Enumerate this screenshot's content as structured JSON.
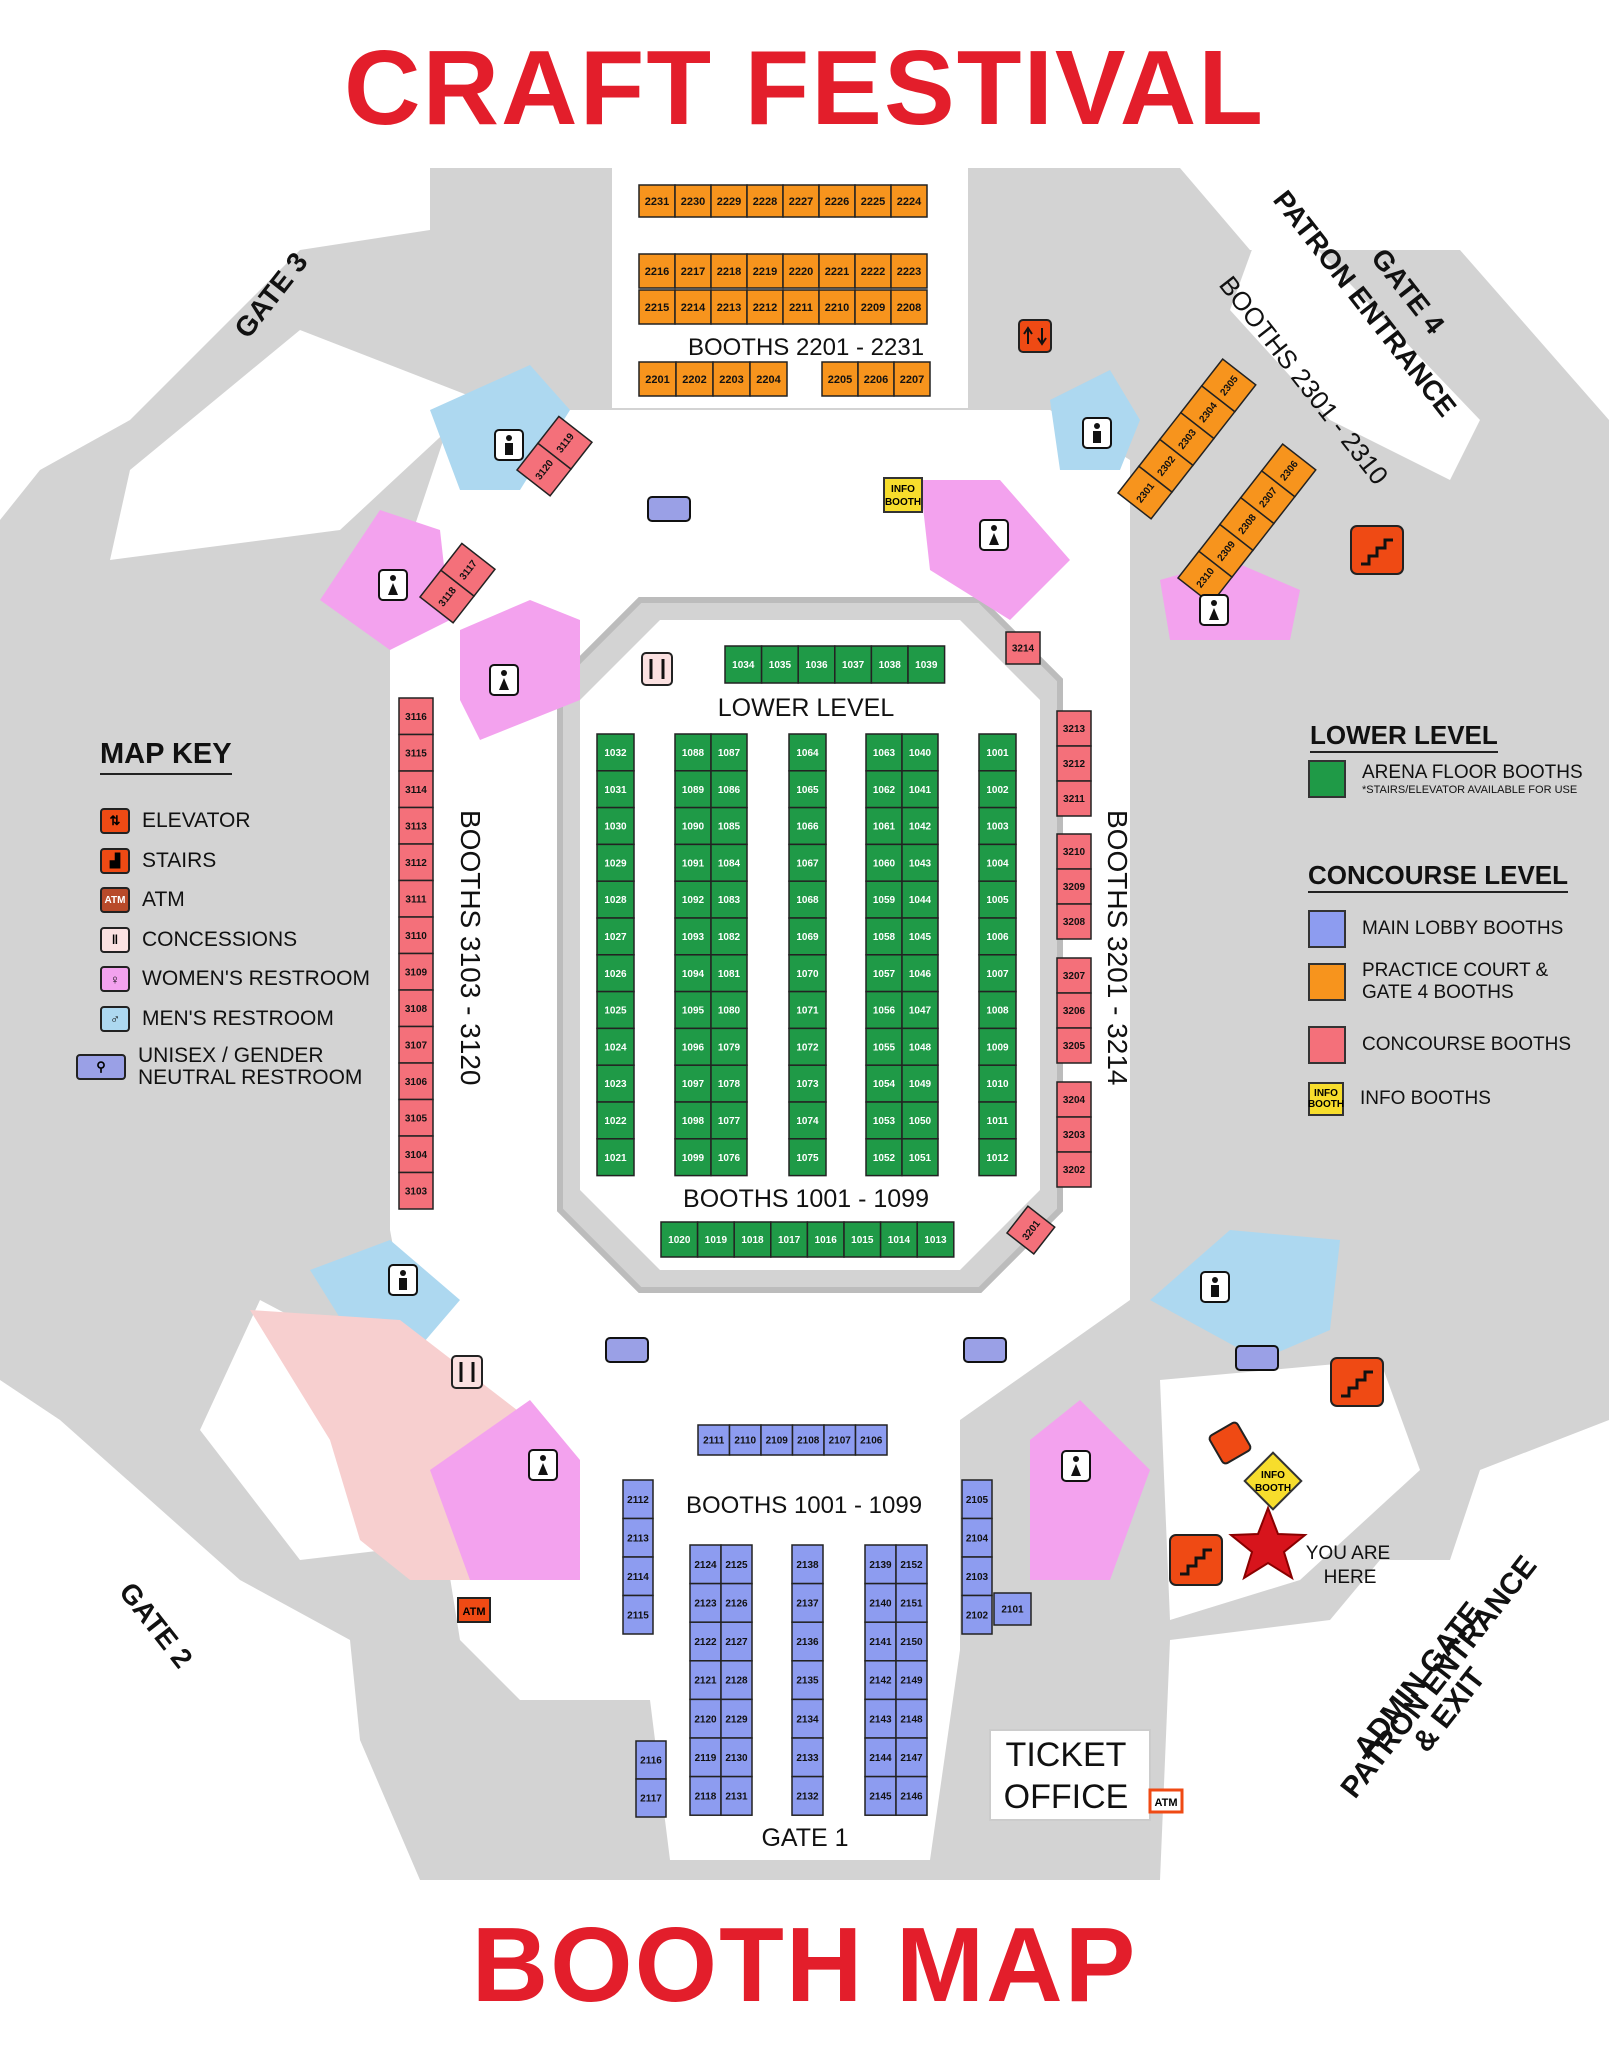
{
  "title_top": "CRAFT FESTIVAL",
  "title_bottom": "BOOTH MAP",
  "colors": {
    "title_red": "#e31e2b",
    "floor_gray": "#d3d3d3",
    "arena_green": "#1f9a47",
    "lobby_blue": "#8d9cf0",
    "practice_orange": "#f7941d",
    "concourse_pink": "#f4707a",
    "women_pink": "#f3a2ee",
    "men_blue": "#add8f0",
    "info_yellow": "#f7dd2c",
    "stairs_orange": "#ef4a14"
  },
  "labels": {
    "gate3": "GATE 3",
    "gate4": "GATE 4",
    "gate4_sub": "PATRON ENTRANCE",
    "gate2": "GATE 2",
    "gate1": "GATE 1",
    "admin_gate": "ADMIN GATE",
    "admin_sub1": "PATRON ENTRANCE",
    "admin_sub2": "& EXIT",
    "lower_level": "LOWER LEVEL",
    "booths_2201": "BOOTHS 2201 - 2231",
    "booths_2301": "BOOTHS 2301 - 2310",
    "booths_3103": "BOOTHS 3103 - 3120",
    "booths_3201": "BOOTHS 3201 - 3214",
    "booths_1001_a": "BOOTHS 1001 - 1099",
    "booths_1001_b": "BOOTHS 1001 - 1099",
    "ticket_office_1": "TICKET",
    "ticket_office_2": "OFFICE",
    "you_are": "YOU ARE",
    "here": "HERE",
    "info": "INFO",
    "booth": "BOOTH",
    "atm": "ATM"
  },
  "map_key": {
    "title": "MAP KEY",
    "items": [
      {
        "label": "ELEVATOR",
        "icon": "elevator-icon"
      },
      {
        "label": "STAIRS",
        "icon": "stairs-icon"
      },
      {
        "label": "ATM",
        "icon": "atm-icon"
      },
      {
        "label": "CONCESSIONS",
        "icon": "concessions-icon"
      },
      {
        "label": "WOMEN'S RESTROOM",
        "icon": "womens-restroom-icon"
      },
      {
        "label": "MEN'S RESTROOM",
        "icon": "mens-restroom-icon"
      },
      {
        "label": "UNISEX / GENDER",
        "label2": "NEUTRAL RESTROOM",
        "icon": "unisex-restroom-icon"
      }
    ]
  },
  "legend": {
    "lower_heading": "LOWER LEVEL",
    "lower_items": [
      {
        "label": "ARENA FLOOR BOOTHS",
        "note": "*STAIRS/ELEVATOR AVAILABLE FOR USE",
        "color": "#1f9a47"
      }
    ],
    "concourse_heading": "CONCOURSE LEVEL",
    "concourse_items": [
      {
        "label": "MAIN LOBBY BOOTHS",
        "color": "#8d9cf0"
      },
      {
        "label": "PRACTICE COURT &",
        "label2": "GATE 4 BOOTHS",
        "color": "#f7941d"
      },
      {
        "label": "CONCOURSE BOOTHS",
        "color": "#f4707a"
      },
      {
        "label": "INFO BOOTHS",
        "color": "#f7dd2c",
        "swatch_text1": "INFO",
        "swatch_text2": "BOOTH"
      }
    ]
  },
  "booths": {
    "practice_top": [
      "2231",
      "2230",
      "2229",
      "2228",
      "2227",
      "2226",
      "2225",
      "2224"
    ],
    "practice_mid_top": [
      "2216",
      "2217",
      "2218",
      "2219",
      "2220",
      "2221",
      "2222",
      "2223"
    ],
    "practice_mid_bottom": [
      "2215",
      "2214",
      "2213",
      "2212",
      "2211",
      "2210",
      "2209",
      "2208"
    ],
    "practice_bottom_left": [
      "2201",
      "2202",
      "2203",
      "2204"
    ],
    "practice_bottom_right": [
      "2205",
      "2206",
      "2207"
    ],
    "gate4_a": [
      "2301",
      "2302",
      "2303",
      "2304",
      "2305"
    ],
    "gate4_b": [
      "2310",
      "2309",
      "2308",
      "2307",
      "2306"
    ],
    "concourse_3120": [
      "3120",
      "3119"
    ],
    "concourse_3118": [
      "3118",
      "3117"
    ],
    "concourse_left": [
      "3116",
      "3115",
      "3114",
      "3113",
      "3112",
      "3111",
      "3110",
      "3109",
      "3108",
      "3107",
      "3106",
      "3105",
      "3104",
      "3103"
    ],
    "concourse_3214": [
      "3214"
    ],
    "concourse_right_a": [
      "3213",
      "3212",
      "3211"
    ],
    "concourse_right_b": [
      "3210",
      "3209",
      "3208"
    ],
    "concourse_right_c": [
      "3207",
      "3206",
      "3205"
    ],
    "concourse_right_d": [
      "3204",
      "3203",
      "3202"
    ],
    "concourse_3201": [
      "3201"
    ],
    "arena_top": [
      "1034",
      "1035",
      "1036",
      "1037",
      "1038",
      "1039"
    ],
    "arena_col1": [
      "1032",
      "1031",
      "1030",
      "1029",
      "1028",
      "1027",
      "1026",
      "1025",
      "1024",
      "1023",
      "1022",
      "1021"
    ],
    "arena_col2a": [
      "1088",
      "1089",
      "1090",
      "1091",
      "1092",
      "1093",
      "1094",
      "1095",
      "1096",
      "1097",
      "1098",
      "1099"
    ],
    "arena_col2b": [
      "1087",
      "1086",
      "1085",
      "1084",
      "1083",
      "1082",
      "1081",
      "1080",
      "1079",
      "1078",
      "1077",
      "1076"
    ],
    "arena_col3": [
      "1064",
      "1065",
      "1066",
      "1067",
      "1068",
      "1069",
      "1070",
      "1071",
      "1072",
      "1073",
      "1074",
      "1075"
    ],
    "arena_col4a": [
      "1063",
      "1062",
      "1061",
      "1060",
      "1059",
      "1058",
      "1057",
      "1056",
      "1055",
      "1054",
      "1053",
      "1052"
    ],
    "arena_col4b": [
      "1040",
      "1041",
      "1042",
      "1043",
      "1044",
      "1045",
      "1046",
      "1047",
      "1048",
      "1049",
      "1050",
      "1051"
    ],
    "arena_col5": [
      "1001",
      "1002",
      "1003",
      "1004",
      "1005",
      "1006",
      "1007",
      "1008",
      "1009",
      "1010",
      "1011",
      "1012"
    ],
    "arena_bottom": [
      "1020",
      "1019",
      "1018",
      "1017",
      "1016",
      "1015",
      "1014",
      "1013"
    ],
    "lobby_top": [
      "2111",
      "2110",
      "2109",
      "2108",
      "2107",
      "2106"
    ],
    "lobby_left": [
      "2112",
      "2113",
      "2114",
      "2115"
    ],
    "lobby_left_low": [
      "2116",
      "2117"
    ],
    "lobby_right": [
      "2105",
      "2104",
      "2103",
      "2102"
    ],
    "lobby_2101": [
      "2101"
    ],
    "lobby_c1a": [
      "2124",
      "2123",
      "2122",
      "2121",
      "2120",
      "2119",
      "2118"
    ],
    "lobby_c1b": [
      "2125",
      "2126",
      "2127",
      "2128",
      "2129",
      "2130",
      "2131"
    ],
    "lobby_c2": [
      "2138",
      "2137",
      "2136",
      "2135",
      "2134",
      "2133",
      "2132"
    ],
    "lobby_c3a": [
      "2139",
      "2140",
      "2141",
      "2142",
      "2143",
      "2144",
      "2145"
    ],
    "lobby_c3b": [
      "2152",
      "2151",
      "2150",
      "2149",
      "2148",
      "2147",
      "2146"
    ]
  }
}
